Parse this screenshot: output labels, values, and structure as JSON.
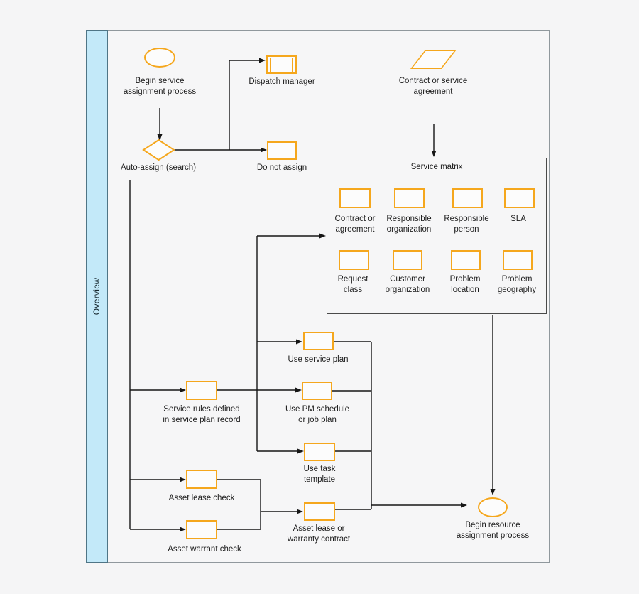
{
  "lane": {
    "title": "Overview"
  },
  "colors": {
    "shape_stroke": "#f5a71d",
    "lane_fill": "#c3e9f9",
    "lane_border": "#4f7586",
    "frame_border": "#90989d",
    "matrix_border": "#4a4a4a",
    "connector": "#161616",
    "background": "#f5f5f6"
  },
  "nodes": {
    "begin_service": {
      "type": "start-ellipse",
      "label": "Begin service\nassignment process"
    },
    "dispatch_manager": {
      "type": "predefined-process",
      "label": "Dispatch manager"
    },
    "contract_agreement": {
      "type": "data-parallelogram",
      "label": "Contract or service\nagreement"
    },
    "auto_assign": {
      "type": "decision-diamond",
      "label": "Auto-assign (search)"
    },
    "do_not_assign": {
      "type": "process",
      "label": "Do not assign"
    },
    "service_matrix": {
      "type": "container",
      "title": "Service matrix",
      "items": [
        "Contract or\nagreement",
        "Responsible\norganization",
        "Responsible\nperson",
        "SLA",
        "Request\nclass",
        "Customer\norganization",
        "Problem\nlocation",
        "Problem\ngeography"
      ]
    },
    "use_service_plan": {
      "type": "process",
      "label": "Use service plan"
    },
    "service_rules": {
      "type": "process",
      "label": "Service rules defined\nin service plan record"
    },
    "use_pm_schedule": {
      "type": "process",
      "label": "Use PM schedule\nor job plan"
    },
    "use_task_template": {
      "type": "process",
      "label": "Use task\ntemplate"
    },
    "asset_lease_check": {
      "type": "process",
      "label": "Asset lease check"
    },
    "asset_warrant_check": {
      "type": "process",
      "label": "Asset warrant check"
    },
    "asset_lease_warranty": {
      "type": "process",
      "label": "Asset lease or\nwarranty contract"
    },
    "begin_resource": {
      "type": "end-ellipse",
      "label": "Begin resource\nassignment process"
    }
  }
}
